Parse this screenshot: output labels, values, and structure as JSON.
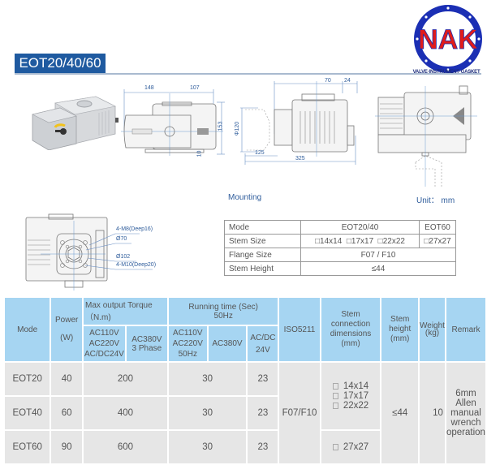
{
  "logo": {
    "brand": "NAK",
    "tagline": "VALVE·INSTRUMENT·GASKET",
    "colors": {
      "ring": "#1b2fb4",
      "text": "#e01c1c"
    }
  },
  "title": "EOT20/40/60",
  "colors": {
    "title_bg": "#1f5aa0",
    "header_bg": "#a6d5f2",
    "body_bg": "#e6e6e6",
    "dim_text": "#2e5c9b"
  },
  "drawings": {
    "front_view": {
      "dims": [
        "148",
        "107",
        "153",
        "10"
      ]
    },
    "side_view": {
      "dims": [
        "70",
        "24",
        "Φ120",
        "125",
        "325"
      ]
    },
    "flange_view": {
      "callouts": [
        "4-M8(Deep16)",
        "Ø70",
        "Ø102",
        "4-M10(Deep20)"
      ]
    },
    "mounting_label": "Mounting",
    "unit_label": "Unit： mm"
  },
  "spec_table": {
    "rows": [
      {
        "label": "Mode",
        "cells": [
          "EOT20/40",
          "EOT60"
        ]
      },
      {
        "label": "Stem Size",
        "cells": [
          "□14x14  □17x17  □22x22",
          "□27x27"
        ]
      },
      {
        "label": "Flange Size",
        "cells": [
          "F07 / F10"
        ]
      },
      {
        "label": "Stem Height",
        "cells": [
          "≤44"
        ]
      }
    ]
  },
  "main_table": {
    "headers": {
      "mode": "Mode",
      "power": "Power",
      "power_unit": "(W)",
      "torque": "Max output Torque（N.m)",
      "torque_sub": [
        "AC110V",
        "AC220V",
        "AC/DC24V"
      ],
      "torque_sub2": [
        "AC380V",
        "3 Phase"
      ],
      "running": "Running time (Sec)",
      "running_hz": "50Hz",
      "running_sub1": [
        "AC110V",
        "AC220V",
        "50Hz"
      ],
      "running_sub2": "AC380V",
      "running_sub3": [
        "AC/DC",
        "24V"
      ],
      "iso": "ISO5211",
      "stem_conn": [
        "Stem",
        "connection",
        "dimensions",
        "(mm)"
      ],
      "stem_height": [
        "Stem",
        "height",
        "(mm)"
      ],
      "weight": [
        "Weight",
        "(kg)"
      ],
      "remark": "Remark"
    },
    "rows": [
      {
        "mode": "EOT20",
        "power": "40",
        "torque": "200",
        "running": "30",
        "dc": "23"
      },
      {
        "mode": "EOT40",
        "power": "60",
        "torque": "400",
        "running": "30",
        "dc": "23"
      },
      {
        "mode": "EOT60",
        "power": "90",
        "torque": "600",
        "running": "30",
        "dc": "23"
      }
    ],
    "iso_value": "F07/F10",
    "stem_sizes_small": [
      "14x14",
      "17x17",
      "22x22"
    ],
    "stem_size_large": "27x27",
    "stem_height_value": "≤44",
    "weight_value": "10",
    "remark_lines": [
      "6mm",
      "Allen",
      "manual",
      "wrench",
      "operation"
    ]
  }
}
